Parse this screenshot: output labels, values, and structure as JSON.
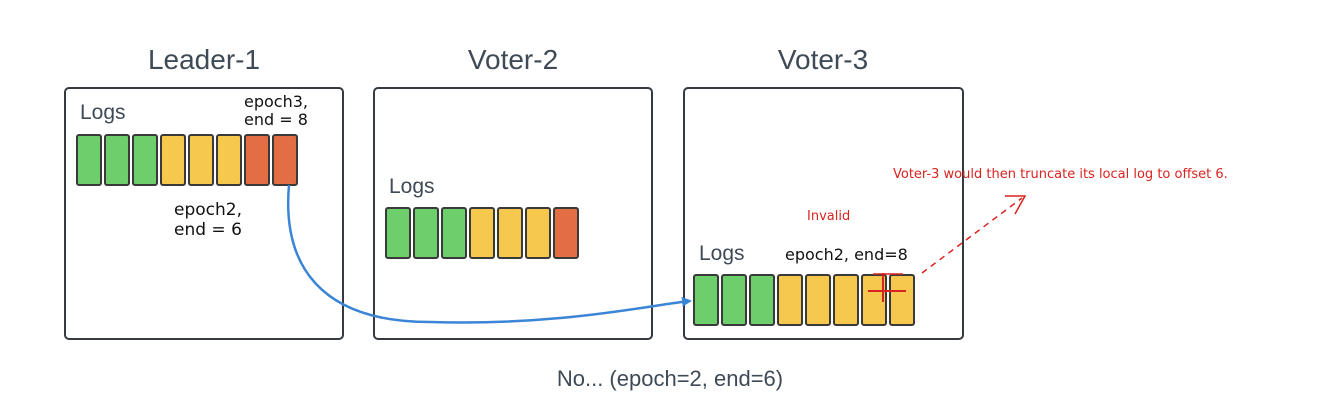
{
  "colors": {
    "green": "#6dcf6b",
    "yellow": "#f6c94e",
    "orange": "#e46e43",
    "arrow": "#3a85d6",
    "red": "#d9231f"
  },
  "nodes": [
    {
      "title": "Leader-1",
      "logs_label": "Logs",
      "cells": [
        "green",
        "green",
        "green",
        "yellow",
        "yellow",
        "yellow",
        "orange",
        "orange"
      ]
    },
    {
      "title": "Voter-2",
      "logs_label": "Logs",
      "cells": [
        "green",
        "green",
        "green",
        "yellow",
        "yellow",
        "yellow",
        "orange"
      ]
    },
    {
      "title": "Voter-3",
      "logs_label": "Logs",
      "cells": [
        "green",
        "green",
        "green",
        "yellow",
        "yellow",
        "yellow",
        "yellow",
        "yellow"
      ]
    }
  ],
  "annotations": {
    "leader_epoch3": "epoch3,\nend = 8",
    "leader_epoch2": "epoch2,\nend = 6",
    "voter3_epoch": "epoch2, end=8",
    "invalid": "Invalid",
    "truncate_note": "Voter-3 would then truncate its local log to offset 6."
  },
  "caption": "No... (epoch=2, end=6)"
}
